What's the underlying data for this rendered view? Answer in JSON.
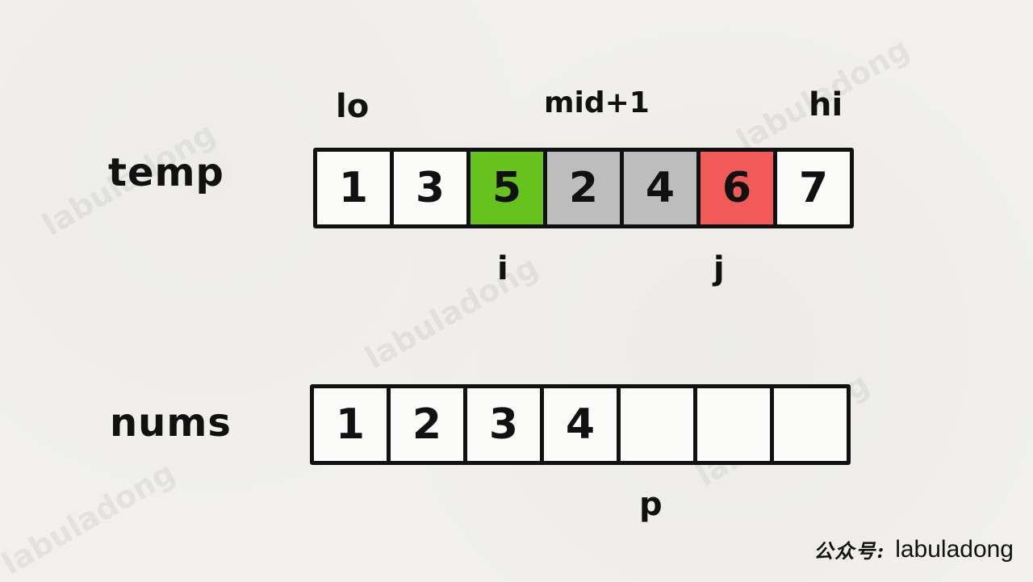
{
  "watermark_text": "labuladong",
  "temp": {
    "label": "temp",
    "cells": [
      {
        "value": "1",
        "highlight": "none"
      },
      {
        "value": "3",
        "highlight": "none"
      },
      {
        "value": "5",
        "highlight": "green"
      },
      {
        "value": "2",
        "highlight": "gray"
      },
      {
        "value": "4",
        "highlight": "gray"
      },
      {
        "value": "6",
        "highlight": "red"
      },
      {
        "value": "7",
        "highlight": "none"
      }
    ],
    "top_markers": {
      "lo": "lo",
      "mid_plus_1": "mid+1",
      "hi": "hi"
    },
    "bottom_markers": {
      "i": "i",
      "j": "j"
    }
  },
  "nums": {
    "label": "nums",
    "cells": [
      {
        "value": "1"
      },
      {
        "value": "2"
      },
      {
        "value": "3"
      },
      {
        "value": "4"
      },
      {
        "value": ""
      },
      {
        "value": ""
      },
      {
        "value": ""
      }
    ],
    "bottom_markers": {
      "p": "p"
    }
  },
  "footer": {
    "wechat_label": "公众号:",
    "account": "labuladong"
  },
  "colors": {
    "green": "#66c31f",
    "gray": "#bdbdbd",
    "red": "#f25a5a",
    "border": "#111111",
    "background": "#f1f0ec"
  }
}
